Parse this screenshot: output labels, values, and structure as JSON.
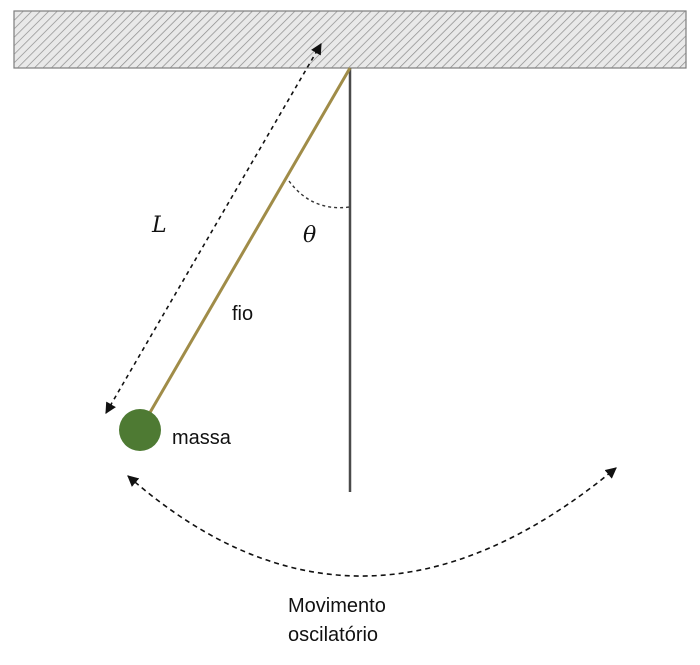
{
  "labels": {
    "length": "L",
    "angle": "θ",
    "string": "fio",
    "mass": "massa",
    "motion_line1": "Movimento",
    "motion_line2": "oscilatório"
  },
  "colors": {
    "ceiling_fill": "#e9e9e9",
    "hatch": "#8a8a8a",
    "string": "#a08c48",
    "vertical_line": "#4a4a4a",
    "mass": "#4e7a33",
    "arrows": "#111111"
  }
}
